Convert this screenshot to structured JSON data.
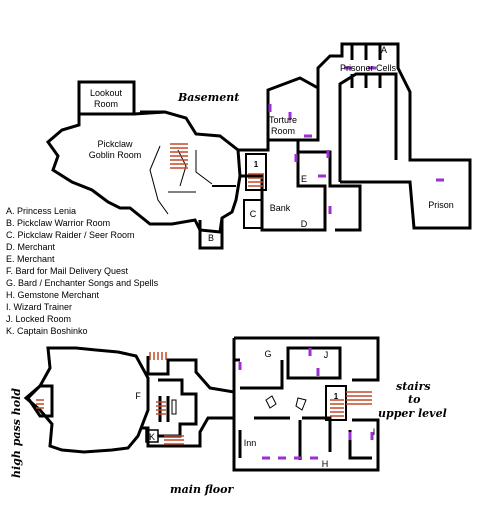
{
  "titles": {
    "basement": "Basement",
    "main_floor": "main floor",
    "high_pass_hold": "high pass hold",
    "stairs_to": "stairs",
    "stairs_mid": "to",
    "stairs_upper": "upper level"
  },
  "rooms": {
    "lookout_room_1": "Lookout",
    "lookout_room_2": "Room",
    "pickclaw_1": "Pickclaw",
    "pickclaw_2": "Goblin Room",
    "torture_1": "Torture",
    "torture_2": "Room",
    "prisoner_cells": "Prisoner Cells",
    "bank": "Bank",
    "prison": "Prison",
    "inn": "Inn"
  },
  "markers": {
    "A": "A",
    "B": "B",
    "C": "C",
    "D": "D",
    "E": "E",
    "F": "F",
    "G": "G",
    "H": "H",
    "I": "I",
    "J": "J",
    "K": "K",
    "stair_basement": "1",
    "stair_main": "1"
  },
  "legend": [
    "A. Princess Lenia",
    "B. Pickclaw Warrior Room",
    "C. Pickclaw Raider / Seer Room",
    "D. Merchant",
    "E. Merchant",
    "F.  Bard for Mail Delivery Quest",
    "G. Bard / Enchanter Songs and Spells",
    "H. Gemstone Merchant",
    "I.   Wizard Trainer",
    "J.  Locked Room",
    "K. Captain Boshinko"
  ],
  "colors": {
    "wall": "#000000",
    "door": "#9b2fd0",
    "stairs": "#c24a2a",
    "background": "#ffffff"
  }
}
